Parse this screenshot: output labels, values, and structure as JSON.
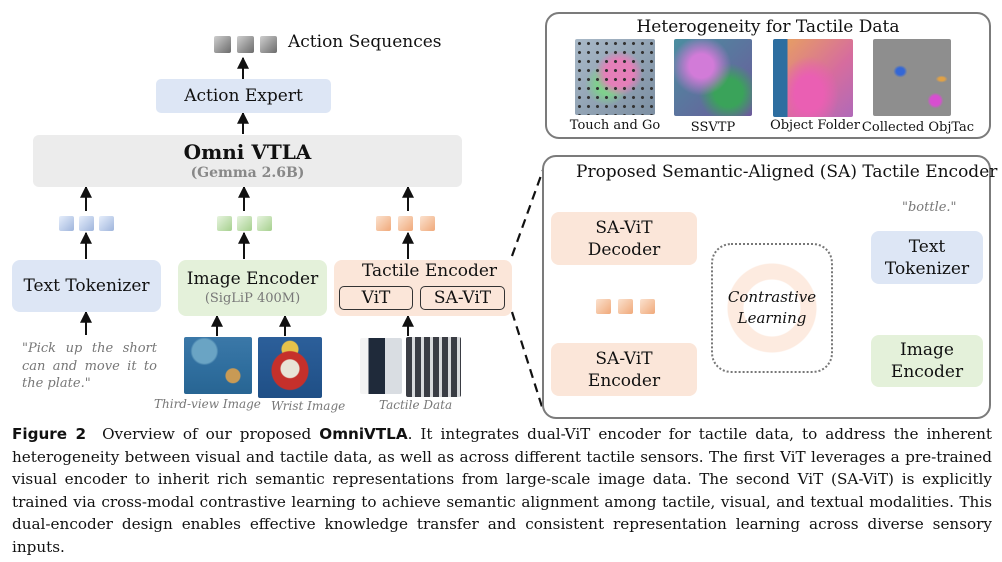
{
  "left": {
    "action_sequences": "Action Sequences",
    "action_expert": "Action Expert",
    "vtla_title": "Omni VTLA",
    "vtla_sub": "(Gemma 2.6B)",
    "text_tokenizer": "Text Tokenizer",
    "image_encoder": "Image Encoder",
    "image_encoder_sub": "(SigLiP 400M)",
    "tactile_encoder": "Tactile Encoder",
    "vit": "ViT",
    "sa_vit": "SA-ViT",
    "instruction": "\"Pick up the short can and move it to the plate.\"",
    "third_view": "Third-view Image",
    "wrist": "Wrist Image",
    "tactile_data": "Tactile Data"
  },
  "hetero": {
    "title": "Heterogeneity for Tactile Data",
    "labels": [
      "Touch and Go",
      "SSVTP",
      "Object Folder",
      "Collected ObjTac"
    ]
  },
  "sa": {
    "title": "Proposed Semantic-Aligned (SA) Tactile Encoder",
    "decoder": "SA-ViT\nDecoder",
    "encoder": "SA-ViT\nEncoder",
    "bottle": "\"bottle.\"",
    "contrastive": "Contrastive\nLearning",
    "text_tokenizer": "Text\nTokenizer",
    "image_encoder": "Image\nEncoder"
  },
  "caption": {
    "label": "Figure 2",
    "intro": "Overview of our proposed ",
    "name": "OmniVTLA",
    "body": ". It integrates dual-ViT encoder for tactile data, to address the inherent heterogeneity between visual and tactile data, as well as across different tactile sensors. The first ViT leverages a pre-trained visual encoder to inherit rich semantic representations from large-scale image data. The second ViT (SA-ViT) is explicitly trained via cross-modal contrastive learning to achieve semantic alignment among tactile, visual, and textual modalities. This dual-encoder design enables effective knowledge transfer and consistent representation learning across diverse sensory inputs."
  },
  "colors": {
    "blue_box": "#dde6f5",
    "green_box": "#e4f1da",
    "orange_box": "#fbe6d9",
    "gray_box": "#ececec",
    "panel_border": "#7b7b7b"
  }
}
